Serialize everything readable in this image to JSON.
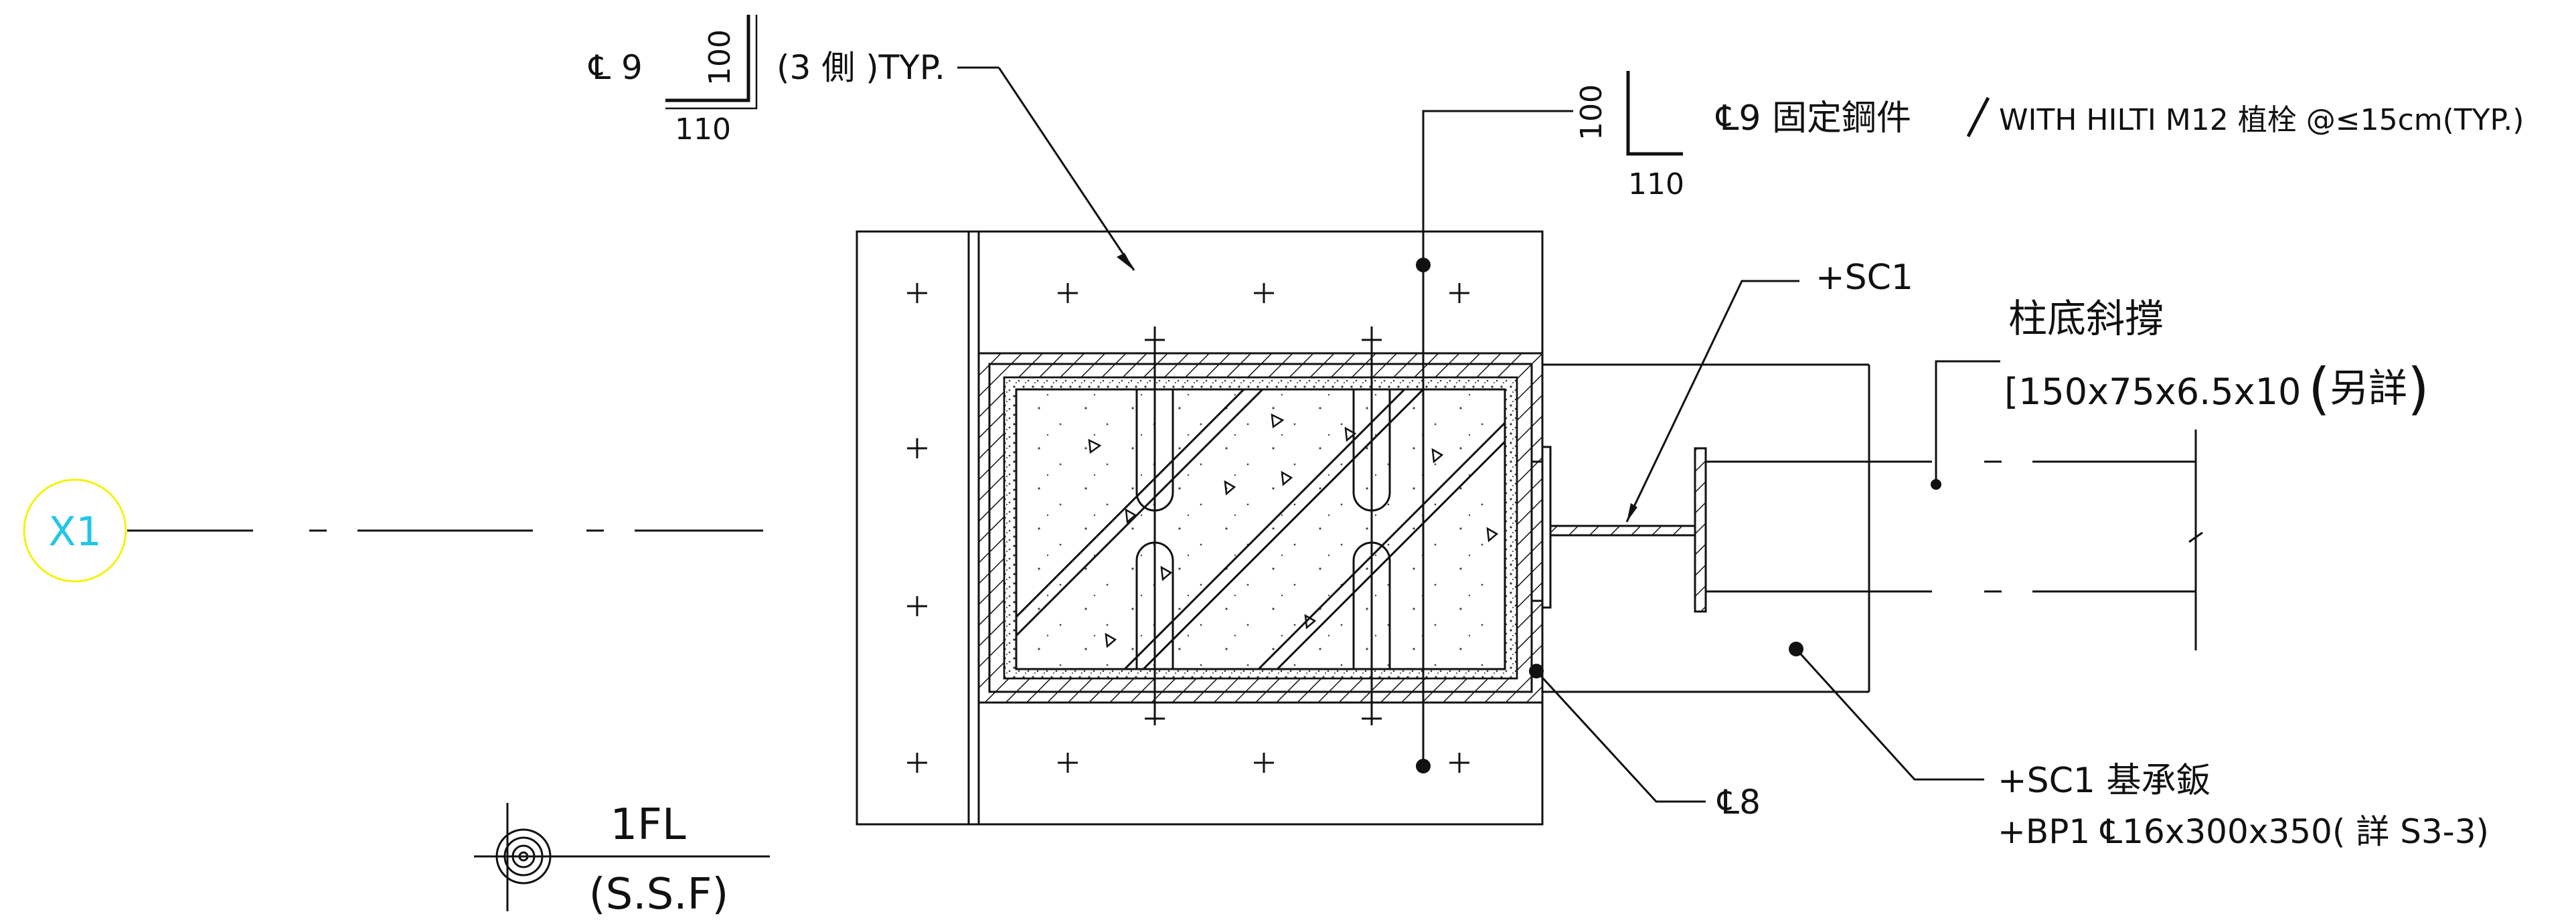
{
  "grid": {
    "label": "X1",
    "bubble_color": "#f4f20a",
    "text_color": "#22c6e6"
  },
  "angle_note": {
    "plate": "℄ 9",
    "leg_vertical": "100",
    "leg_horizontal": "110",
    "text": "(3 側 )TYP."
  },
  "fixing_note": {
    "leg_vertical": "100",
    "leg_horizontal": "110",
    "text": "℄9 固定鋼件",
    "text2": "WITH  HILTI  M12 植栓 @≤15cm(TYP.)"
  },
  "sc1_label": "+SC1",
  "brace": {
    "title": "柱底斜撐",
    "spec": "[150x75x6.5x10",
    "note": "另詳"
  },
  "plate8_label": "℄8",
  "base_plate": {
    "line1": "+SC1 基承鈑",
    "line2": "+BP1 ℄16x300x350( 詳 S3-3)"
  },
  "level": {
    "name": "1FL",
    "sub": "(S.S.F)"
  }
}
